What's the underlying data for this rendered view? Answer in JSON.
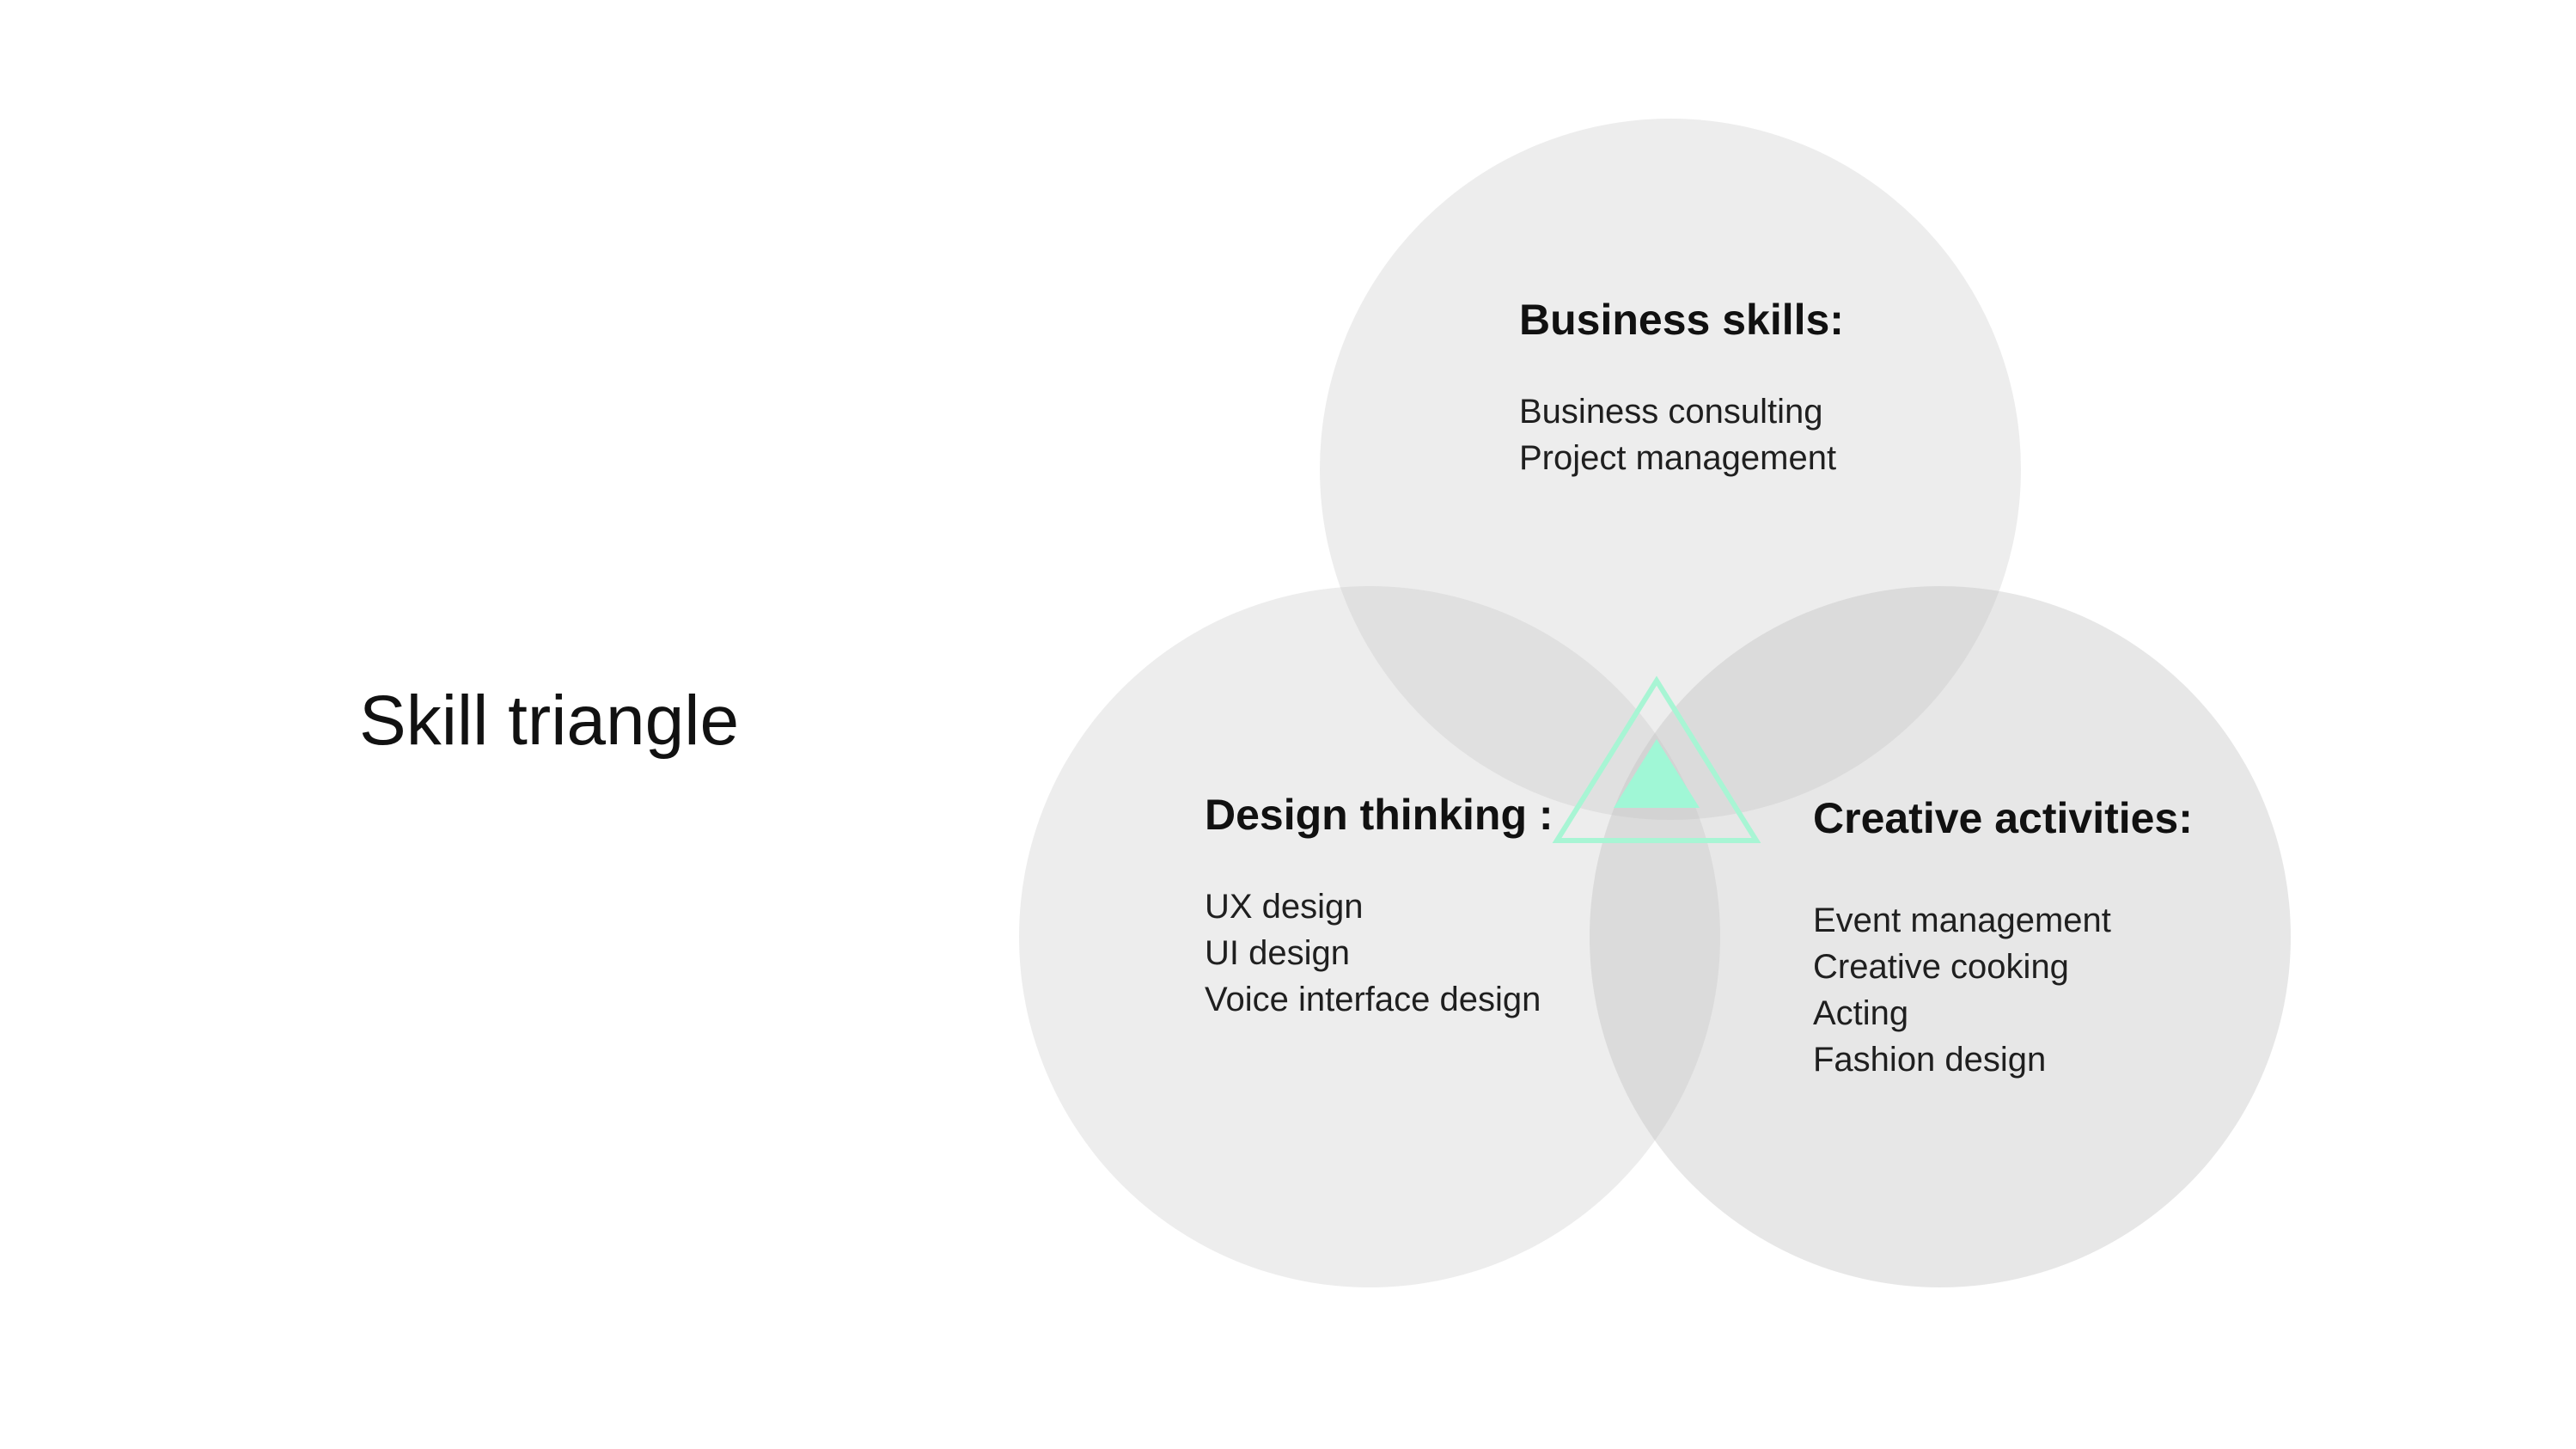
{
  "title": "Skill triangle",
  "colors": {
    "circle_fill": "#bdbdbd",
    "accent": "#a0f7d6",
    "accent_stroke": "#a8f5d4"
  },
  "groups": [
    {
      "id": "business",
      "heading": "Business skills:",
      "items": [
        "Business consulting",
        "Project management"
      ]
    },
    {
      "id": "design",
      "heading": "Design thinking :",
      "items": [
        "UX design",
        "UI design",
        "Voice interface design"
      ]
    },
    {
      "id": "creative",
      "heading": "Creative activities:",
      "items": [
        "Event management",
        "Creative cooking",
        "Acting",
        "Fashion design"
      ]
    }
  ]
}
